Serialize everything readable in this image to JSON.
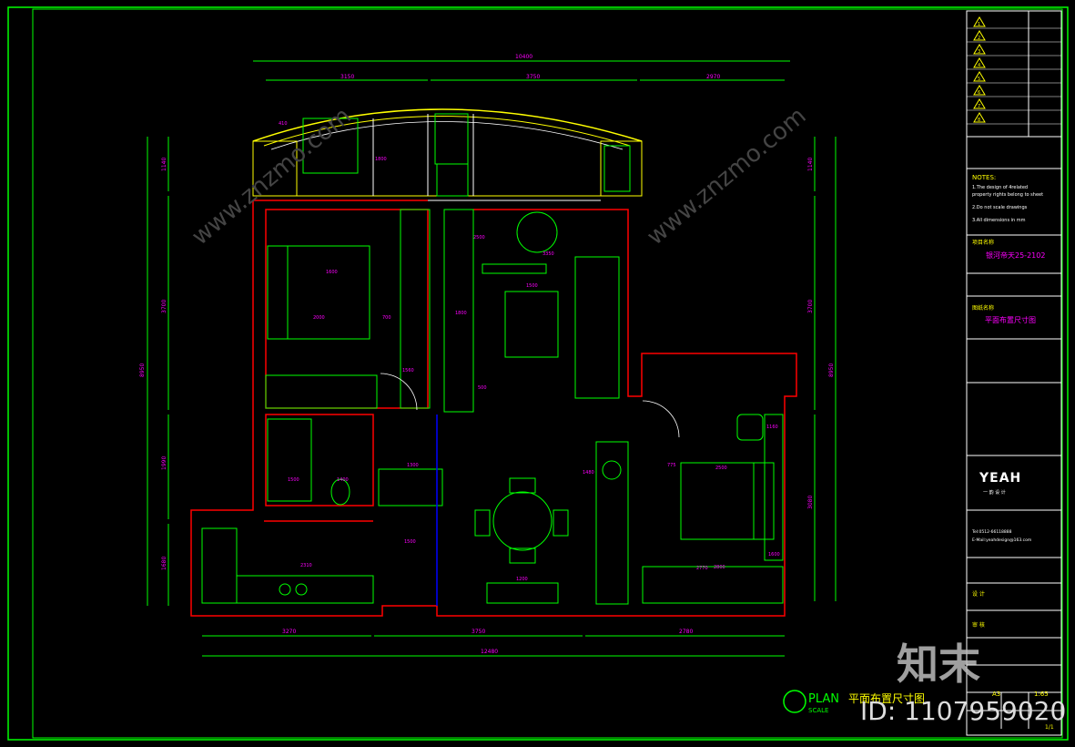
{
  "drawing": {
    "project_name": "银河帝天25-2102",
    "sheet_title": "平面布置尺寸图",
    "plan_label": "PLAN",
    "plan_title": "平面布置尺寸图",
    "scale_label": "SCALE",
    "scale_value": "1:65",
    "sheet_size": "A3",
    "sheet_no": "1/1",
    "revision_marks": [
      "1",
      "2",
      "3",
      "4",
      "5",
      "6",
      "7",
      "8"
    ]
  },
  "title_block": {
    "notes_heading": "NOTES:",
    "notes": [
      "1.The design of 4related",
      "property rights belong to sheet",
      "2.Do not scale drawings",
      "3.All dimensions in mm"
    ],
    "project_label": "项目名称",
    "drawing_label": "图纸名称",
    "designer_label": "设 计",
    "checker_label": "审 核",
    "logo_text": "YEAH",
    "logo_sub": "一 韵 设 计",
    "company_lines": [
      "Tel:0512-66118888",
      "E-Mail:yeahdesign@163.com"
    ]
  },
  "dimensions": {
    "top_total": "10400",
    "top_segments": [
      "3150",
      "3750",
      "2970"
    ],
    "bottom_total": "12480",
    "bottom_segments": [
      "3270",
      "3750",
      "2780"
    ],
    "left_segments": [
      "1140",
      "3700",
      "1990",
      "1680"
    ],
    "left_total": "8950",
    "right_segments": [
      "1140",
      "3700",
      "3080"
    ],
    "right_total": "8950",
    "room_dims": [
      "410",
      "1600",
      "2000",
      "1560",
      "2500",
      "700",
      "3350",
      "1500",
      "1800",
      "500",
      "2500",
      "1160",
      "1500",
      "1300",
      "1500",
      "1200",
      "2310",
      "1400",
      "1480",
      "2800",
      "2770",
      "1600",
      "1800",
      "775"
    ]
  },
  "watermark": {
    "brand": "知末",
    "id_text": "ID: 1107959020",
    "url": "www.znzmo.com"
  }
}
